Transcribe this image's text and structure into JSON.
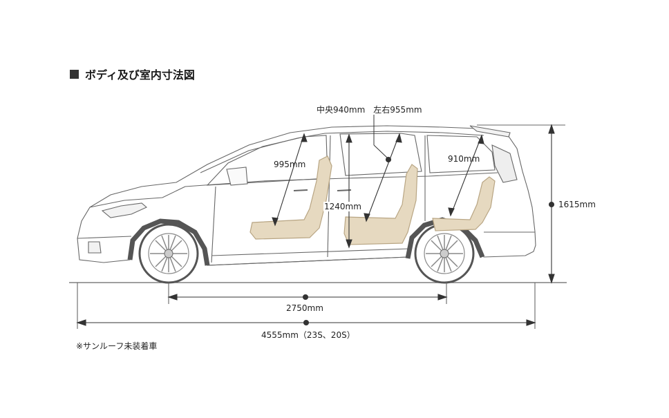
{
  "title": "ボディ及び室内寸法図",
  "labels": {
    "front_headroom": "995mm",
    "second_row_headroom": "中央940mm　左右955mm",
    "third_row_headroom": "910mm",
    "interior_height": "1240mm",
    "overall_height": "1615mm",
    "wheelbase": "2750mm",
    "overall_length": "4555mm（23S、20S）"
  },
  "footnote": "※サンルーフ未装着車",
  "colors": {
    "seat_fill": "#e6d9c0",
    "seat_stroke": "#b8a583",
    "line": "#555555",
    "tire": "#555555"
  }
}
